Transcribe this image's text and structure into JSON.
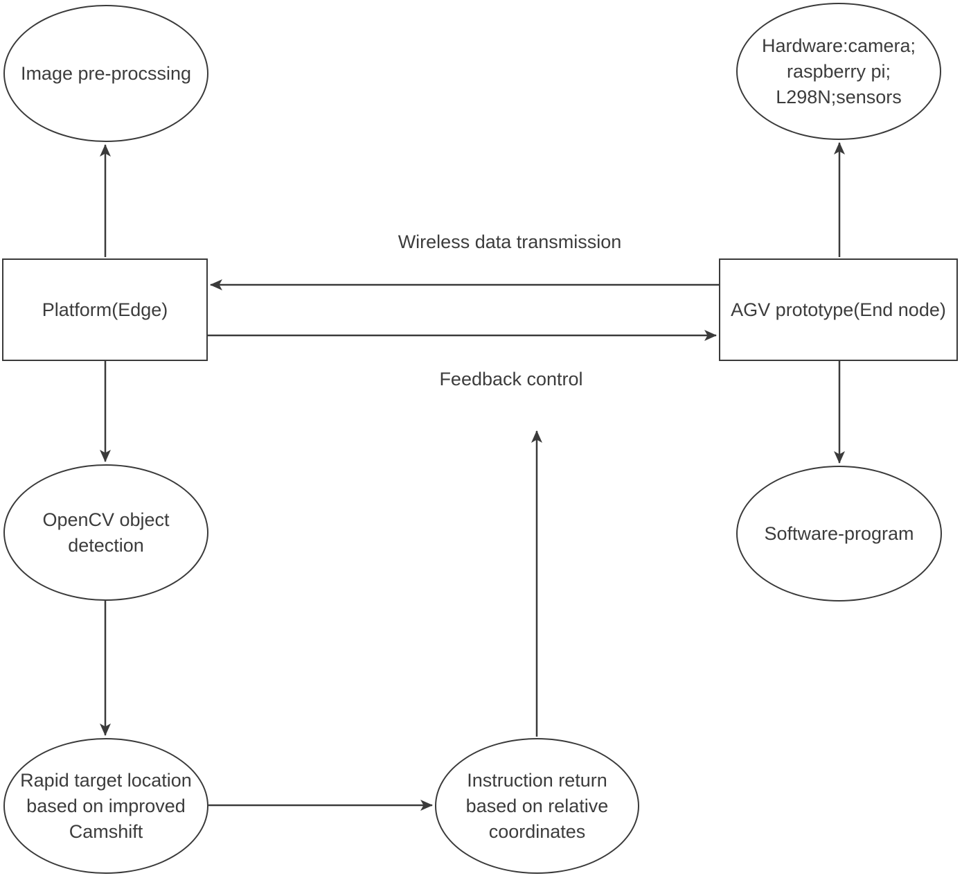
{
  "nodes": {
    "image_preprocessing": {
      "label": "Image pre-procssing"
    },
    "hardware": {
      "lines": [
        "Hardware:camera;",
        "raspberry pi;",
        "L298N;sensors"
      ]
    },
    "platform": {
      "label": "Platform(Edge)"
    },
    "agv": {
      "label": "AGV prototype(End node)"
    },
    "opencv": {
      "lines": [
        "OpenCV object",
        "detection"
      ]
    },
    "software": {
      "label": "Software-program"
    },
    "rapid_target": {
      "lines": [
        "Rapid target location",
        "based on improved",
        "Camshift"
      ]
    },
    "instruction_return": {
      "lines": [
        "Instruction return",
        "based on relative",
        "coordinates"
      ]
    }
  },
  "edge_labels": {
    "wireless": "Wireless data transmission",
    "feedback": "Feedback control"
  },
  "colors": {
    "stroke": "#3a3a3a",
    "text": "#3c3c3c",
    "node_fill": "#ffffff",
    "background": "#ffffff"
  }
}
